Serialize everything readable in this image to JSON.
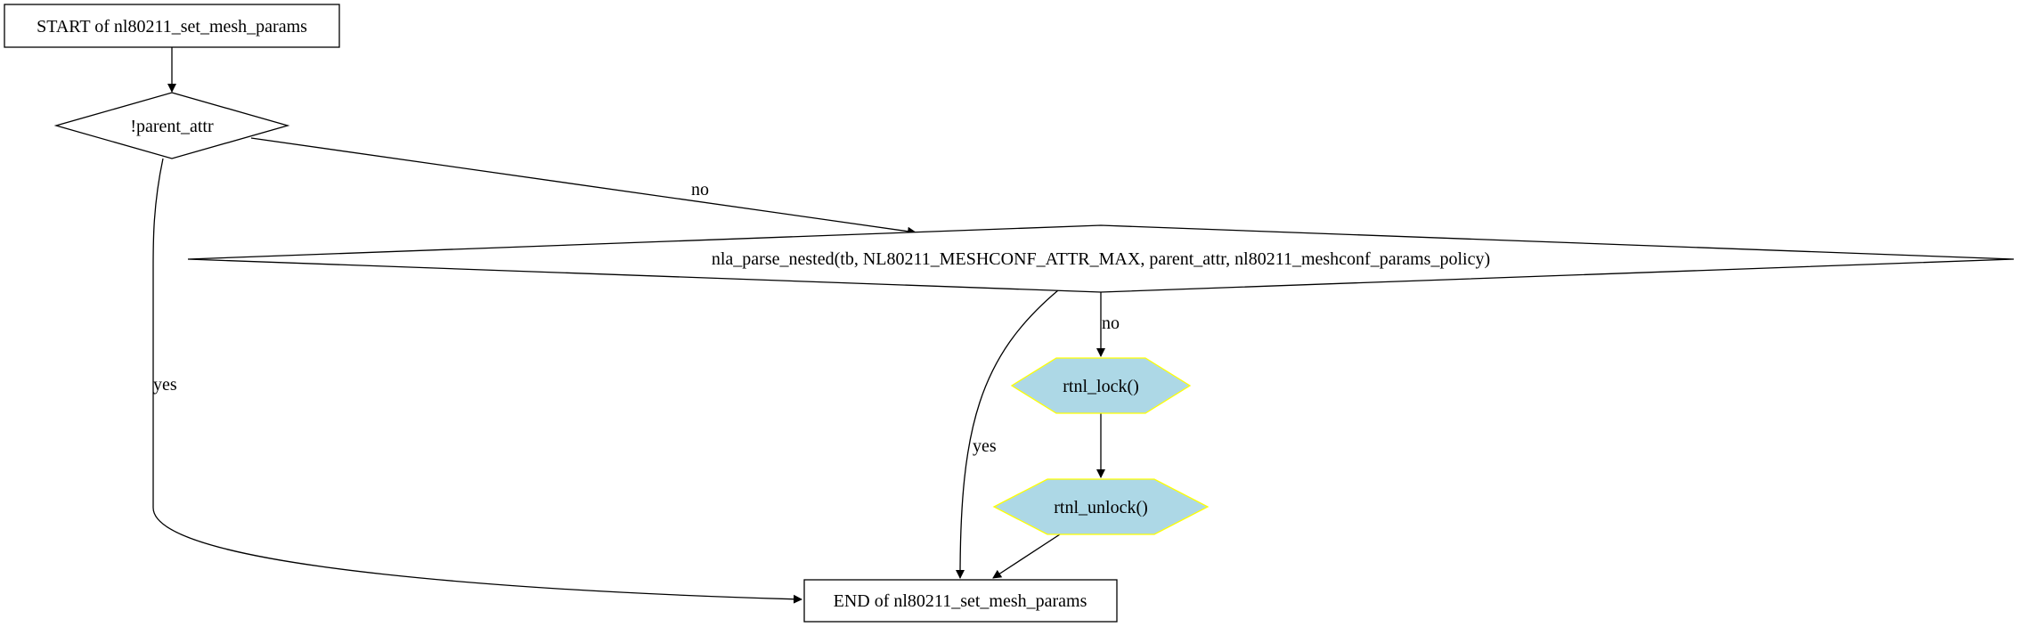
{
  "nodes": {
    "start": {
      "label": "START of nl80211_set_mesh_params"
    },
    "cond1": {
      "label": "!parent_attr"
    },
    "cond2": {
      "label": "nla_parse_nested(tb, NL80211_MESHCONF_ATTR_MAX, parent_attr, nl80211_meshconf_params_policy)"
    },
    "lock": {
      "label": "rtnl_lock()"
    },
    "unlock": {
      "label": "rtnl_unlock()"
    },
    "end": {
      "label": "END of nl80211_set_mesh_params"
    }
  },
  "edges": {
    "cond1_no": "no",
    "cond1_yes": "yes",
    "cond2_no": "no",
    "cond2_yes": "yes"
  },
  "colors": {
    "call_fill": "#add8e6",
    "call_stroke": "#ffff00"
  }
}
